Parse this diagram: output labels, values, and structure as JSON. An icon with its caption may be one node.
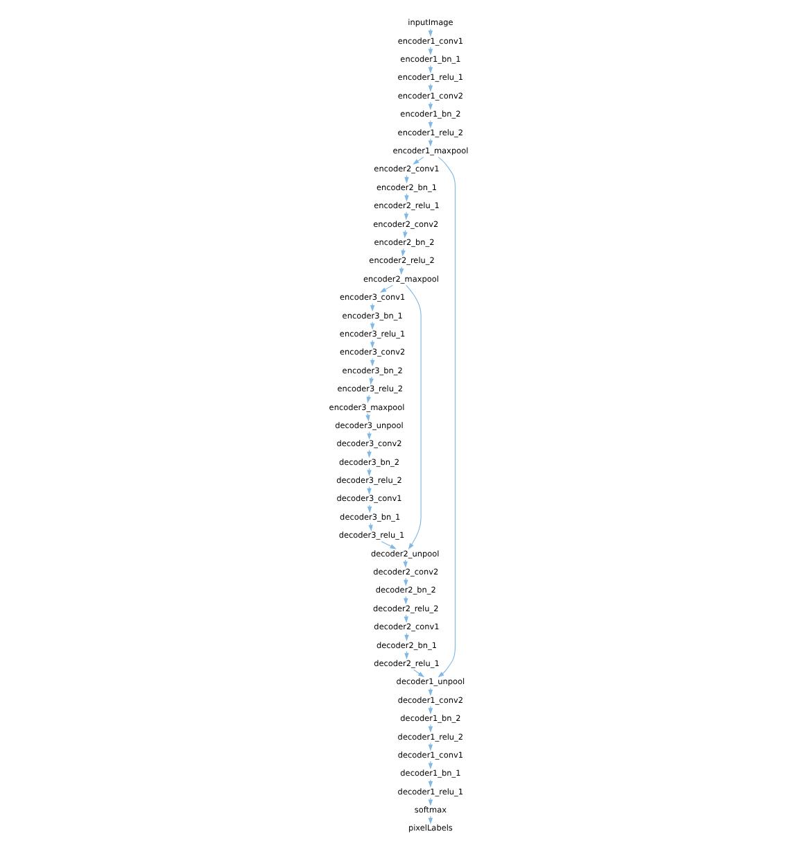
{
  "diagram": {
    "nodes": [
      {
        "text": [
          "inputImage"
        ]
      },
      {
        "text": [
          "encoder1_conv1"
        ]
      },
      {
        "text": [
          "encoder1_bn_1"
        ]
      },
      {
        "text": [
          "encoder1_relu_1"
        ]
      },
      {
        "text": [
          "encoder1_conv2"
        ]
      },
      {
        "text": [
          "encoder1_bn_2"
        ]
      },
      {
        "text": [
          "encoder1_relu_2"
        ]
      },
      {
        "text": [
          "encoder1_maxpool"
        ]
      },
      {
        "text": [
          "encoder2_conv1"
        ]
      },
      {
        "text": [
          "encoder2_bn_1"
        ]
      },
      {
        "text": [
          "encoder2_relu_1"
        ]
      },
      {
        "text": [
          "encoder2_conv2"
        ]
      },
      {
        "text": [
          "encoder2_bn_2"
        ]
      },
      {
        "text": [
          "encoder2_relu_2"
        ]
      },
      {
        "text": [
          "encoder2_maxpool"
        ]
      },
      {
        "text": [
          "encoder3_conv1"
        ]
      },
      {
        "text": [
          "encoder3_bn_1"
        ]
      },
      {
        "text": [
          "encoder3_relu_1"
        ]
      },
      {
        "text": [
          "encoder3_conv2"
        ]
      },
      {
        "text": [
          "encoder3_bn_2"
        ]
      },
      {
        "text": [
          "encoder3_relu_2"
        ]
      },
      {
        "text": [
          "encoder3_maxpool"
        ]
      },
      {
        "text": [
          "decoder3_unpool"
        ]
      },
      {
        "text": [
          "decoder3_conv2"
        ]
      },
      {
        "text": [
          "decoder3_bn_2"
        ]
      },
      {
        "text": [
          "decoder3_relu_2"
        ]
      },
      {
        "text": [
          "decoder3_conv1"
        ]
      },
      {
        "text": [
          "decoder3_bn_1"
        ]
      },
      {
        "text": [
          "decoder3_relu_1"
        ]
      },
      {
        "text": [
          "decoder2_unpool"
        ]
      },
      {
        "text": [
          "decoder2_conv2"
        ]
      },
      {
        "text": [
          "decoder2_bn_2"
        ]
      },
      {
        "text": [
          "decoder2_relu_2"
        ]
      },
      {
        "text": [
          "decoder2_conv1"
        ]
      },
      {
        "text": [
          "decoder2_bn_1"
        ]
      },
      {
        "text": [
          "decoder2_relu_1"
        ]
      },
      {
        "text": [
          "decoder1_unpool"
        ]
      },
      {
        "text": [
          "decoder1_conv2"
        ]
      },
      {
        "text": [
          "decoder1_bn_2"
        ]
      },
      {
        "text": [
          "decoder1_relu_2"
        ]
      },
      {
        "text": [
          "decoder1_conv1"
        ]
      },
      {
        "text": [
          "decoder1_bn_1"
        ]
      },
      {
        "text": [
          "decoder1_relu_1"
        ]
      },
      {
        "text": [
          "softmax"
        ]
      },
      {
        "text": [
          "pixelLabels"
        ]
      }
    ],
    "edges": [
      {
        "from": 0,
        "to": 1,
        "arrow": "to"
      },
      {
        "from": 1,
        "to": 2,
        "arrow": "to"
      },
      {
        "from": 2,
        "to": 3,
        "arrow": "to"
      },
      {
        "from": 3,
        "to": 4,
        "arrow": "to"
      },
      {
        "from": 4,
        "to": 5,
        "arrow": "to"
      },
      {
        "from": 5,
        "to": 6,
        "arrow": "to"
      },
      {
        "from": 6,
        "to": 7,
        "arrow": "to"
      },
      {
        "from": 7,
        "to": 8,
        "arrow": "to"
      },
      {
        "from": 7,
        "to": 36,
        "arrow": "to"
      },
      {
        "from": 8,
        "to": 9,
        "arrow": "to"
      },
      {
        "from": 9,
        "to": 10,
        "arrow": "to"
      },
      {
        "from": 10,
        "to": 11,
        "arrow": "to"
      },
      {
        "from": 11,
        "to": 12,
        "arrow": "to"
      },
      {
        "from": 12,
        "to": 13,
        "arrow": "to"
      },
      {
        "from": 13,
        "to": 14,
        "arrow": "to"
      },
      {
        "from": 14,
        "to": 15,
        "arrow": "to"
      },
      {
        "from": 14,
        "to": 29,
        "arrow": "to"
      },
      {
        "from": 15,
        "to": 16,
        "arrow": "to"
      },
      {
        "from": 16,
        "to": 17,
        "arrow": "to"
      },
      {
        "from": 17,
        "to": 18,
        "arrow": "to"
      },
      {
        "from": 18,
        "to": 19,
        "arrow": "to"
      },
      {
        "from": 19,
        "to": 20,
        "arrow": "to"
      },
      {
        "from": 20,
        "to": 21,
        "arrow": "to"
      },
      {
        "from": 21,
        "to": 22,
        "arrow": "to"
      },
      {
        "from": 22,
        "to": 23,
        "arrow": "to"
      },
      {
        "from": 23,
        "to": 24,
        "arrow": "to"
      },
      {
        "from": 24,
        "to": 25,
        "arrow": "to"
      },
      {
        "from": 25,
        "to": 26,
        "arrow": "to"
      },
      {
        "from": 26,
        "to": 27,
        "arrow": "to"
      },
      {
        "from": 27,
        "to": 28,
        "arrow": "to"
      },
      {
        "from": 28,
        "to": 29,
        "arrow": "to"
      },
      {
        "from": 29,
        "to": 30,
        "arrow": "to"
      },
      {
        "from": 30,
        "to": 31,
        "arrow": "to"
      },
      {
        "from": 31,
        "to": 32,
        "arrow": "to"
      },
      {
        "from": 32,
        "to": 33,
        "arrow": "to"
      },
      {
        "from": 33,
        "to": 34,
        "arrow": "to"
      },
      {
        "from": 34,
        "to": 35,
        "arrow": "to"
      },
      {
        "from": 35,
        "to": 36,
        "arrow": "to"
      },
      {
        "from": 36,
        "to": 37,
        "arrow": "to"
      },
      {
        "from": 37,
        "to": 38,
        "arrow": "to"
      },
      {
        "from": 38,
        "to": 39,
        "arrow": "to"
      },
      {
        "from": 39,
        "to": 40,
        "arrow": "to"
      },
      {
        "from": 40,
        "to": 41,
        "arrow": "to"
      },
      {
        "from": 41,
        "to": 42,
        "arrow": "to"
      },
      {
        "from": 42,
        "to": 43,
        "arrow": "to"
      },
      {
        "from": 43,
        "to": 44,
        "arrow": "to"
      }
    ]
  }
}
